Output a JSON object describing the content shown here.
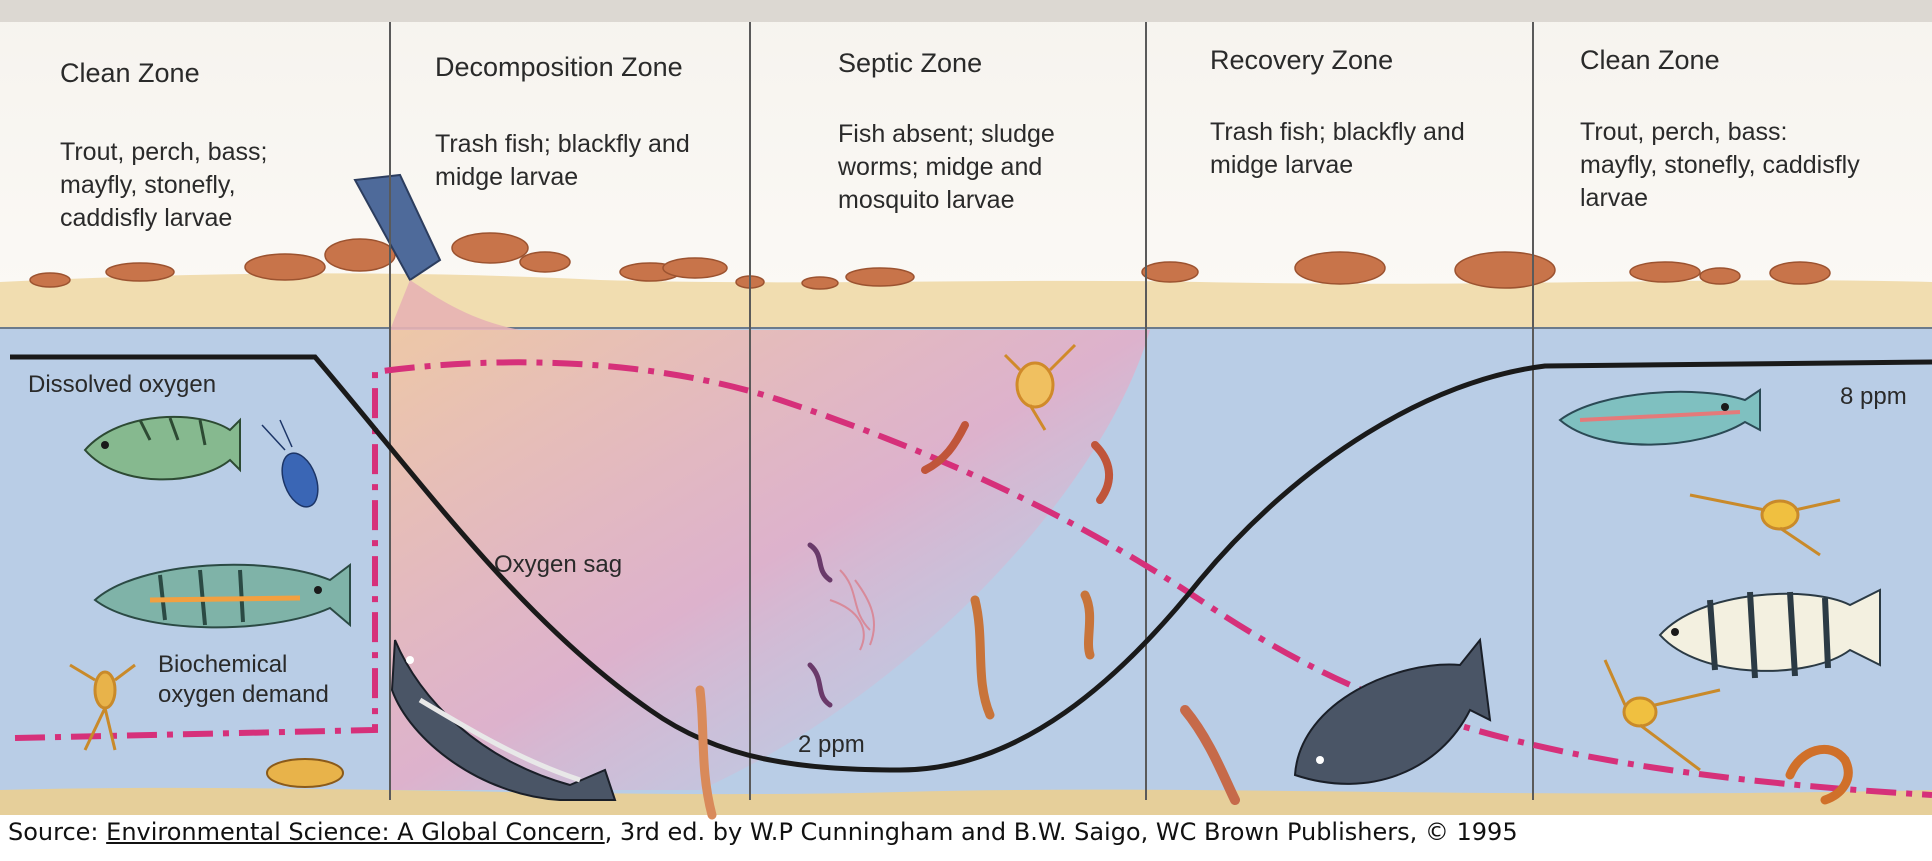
{
  "zones": [
    {
      "title": "Clean Zone",
      "lines": [
        "Trout, perch, bass;",
        "mayfly, stonefly,",
        "caddisfly larvae"
      ]
    },
    {
      "title": "Decomposition Zone",
      "lines": [
        "Trash fish; blackfly and",
        "midge larvae"
      ]
    },
    {
      "title": "Septic Zone",
      "lines": [
        "Fish absent; sludge",
        "worms; midge and",
        "mosquito larvae"
      ]
    },
    {
      "title": "Recovery Zone",
      "lines": [
        "Trash fish; blackfly and",
        "midge larvae"
      ]
    },
    {
      "title": "Clean Zone",
      "lines": [
        "Trout, perch, bass:",
        "mayfly, stonefly, caddisfly",
        "larvae"
      ]
    }
  ],
  "labels": {
    "dissolved_oxygen": "Dissolved oxygen",
    "bod_line1": "Biochemical",
    "bod_line2": "oxygen demand",
    "oxygen_sag": "Oxygen sag",
    "low_ppm": "2 ppm",
    "high_ppm": "8 ppm"
  },
  "source": {
    "prefix": "Source: ",
    "book": "Environmental Science: A Global Concern",
    "suffix": ", 3rd ed. by W.P Cunningham and B.W. Saigo, WC Brown Publishers, © 1995"
  },
  "colors": {
    "water": "#b9cde6",
    "sand": "#f1ddb0",
    "rock": "#c8744a",
    "oxygen_line": "#1a1a1a",
    "bod_line": "#d6307a",
    "fish": "#7fb3a8",
    "catfish": "#4a5566"
  }
}
